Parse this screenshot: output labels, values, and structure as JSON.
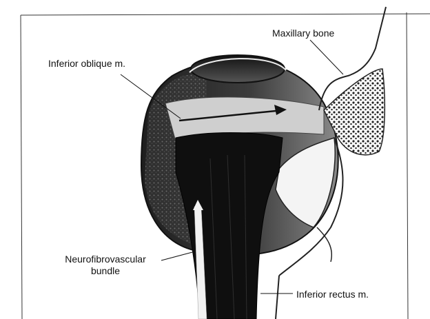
{
  "labels": {
    "maxillary_bone": "Maxillary bone",
    "inferior_oblique": "Inferior oblique m.",
    "neurofibrovascular_line1": "Neurofibrovascular",
    "neurofibrovascular_line2": "bundle",
    "inferior_rectus": "Inferior rectus m."
  }
}
